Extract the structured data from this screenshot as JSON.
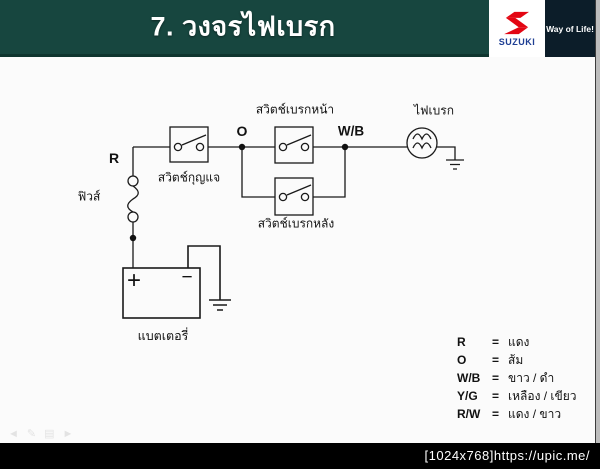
{
  "header": {
    "title": "7. วงจรไฟเบรก",
    "suzuki": {
      "name": "SUZUKI",
      "tagline": "Way of Life!"
    }
  },
  "diagram": {
    "wire_labels": {
      "r": "R",
      "o": "O",
      "wb": "W/B"
    },
    "components": {
      "fuse": "ฟิวส์",
      "key_switch": "สวิตช์กุญแจ",
      "front_brake_switch": "สวิตช์เบรกหน้า",
      "rear_brake_switch": "สวิตช์เบรกหลัง",
      "brake_lamp": "ไฟเบรก",
      "battery": "แบตเตอรี่",
      "battery_positive": "+",
      "battery_negative": "−"
    }
  },
  "legend": {
    "eq": "=",
    "rows": [
      {
        "code": "R",
        "value": "แดง"
      },
      {
        "code": "O",
        "value": "ส้ม"
      },
      {
        "code": "W/B",
        "value": "ขาว / ดำ"
      },
      {
        "code": "Y/G",
        "value": "เหลือง / เขียว"
      },
      {
        "code": "R/W",
        "value": "แดง / ขาว"
      }
    ]
  },
  "slideshow_controls": {
    "prev": "◄",
    "pen": "✎",
    "menu": "▤",
    "next": "►"
  },
  "footer": {
    "watermark": "[1024x768]https://upic.me/"
  },
  "colors": {
    "header_teal": "#17463f",
    "tagline_navy": "#0c1d29",
    "suzuki_red": "#e30613",
    "suzuki_blue": "#1e3e93",
    "footer_black": "#000000",
    "line_black": "#1a1a1a"
  }
}
